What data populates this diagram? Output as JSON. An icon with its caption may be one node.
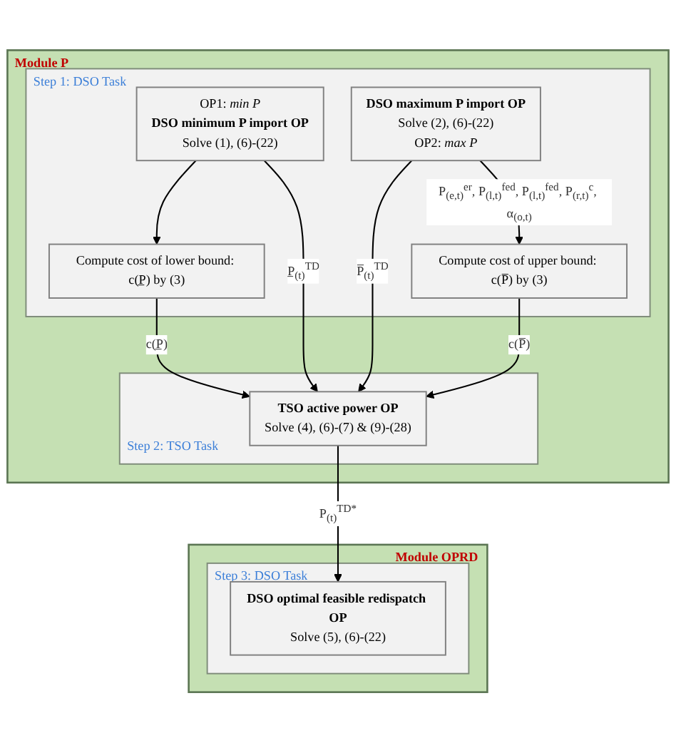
{
  "diagram": {
    "nodes": [
      {
        "text": [
          "Module P"
        ]
      },
      {
        "text": [
          "Step 1: DSO Task"
        ],
        "in": 0
      },
      {
        "text": [
          "OP1: *min P*",
          "DSO minimum P import OP",
          "Solve (1), (6)-(22)"
        ],
        "in": 1
      },
      {
        "text": [
          "DSO maximum P import OP",
          "Solve (2), (6)-(22)",
          "OP2: *max P*"
        ],
        "in": 1
      },
      {
        "text": [
          "Compute cost of lower bound: c(P̲) by (3)"
        ],
        "in": 1
      },
      {
        "text": [
          "Compute cost of upper bound: c(P̅) by (3)"
        ],
        "in": 1
      },
      {
        "text": [
          "Step 2: TSO Task"
        ],
        "in": 0
      },
      {
        "text": [
          "TSO active power OP",
          "Solve (4), (6)-(7) & (9)-(28)"
        ],
        "in": 6
      },
      {
        "text": [
          "Module OPRD"
        ]
      },
      {
        "text": [
          "Step 3: DSO Task"
        ],
        "in": 8
      },
      {
        "text": [
          "DSO optimal feasible redispatch OP",
          "Solve (5), (6)-(22)"
        ],
        "in": 9
      }
    ],
    "edges": [
      {
        "from": 2,
        "to": 4,
        "arrow": "to"
      },
      {
        "from": 2,
        "to": 7,
        "arrow": "to",
        "label": "P̲$_{(t)}$$^{TD}$"
      },
      {
        "from": 3,
        "to": 7,
        "arrow": "to",
        "label": "P̅$_{(t)}$$^{TD}$"
      },
      {
        "from": 3,
        "to": 5,
        "arrow": "to",
        "label": "P$_{(e,t)}$$^{er}$, P$_{(l,t)}$$^{fed}$, P$_{(l,t)}$$^{fed}$, P$_{(r,t)}$$^{c}$, α$_{(o,t)}$"
      },
      {
        "from": 4,
        "to": 7,
        "arrow": "to",
        "label": "c(P̲)"
      },
      {
        "from": 5,
        "to": 7,
        "arrow": "to",
        "label": "c(P̅)"
      },
      {
        "from": 7,
        "to": 10,
        "arrow": "to",
        "label": "P$_{(t)}$$^{TD*}$"
      }
    ]
  }
}
